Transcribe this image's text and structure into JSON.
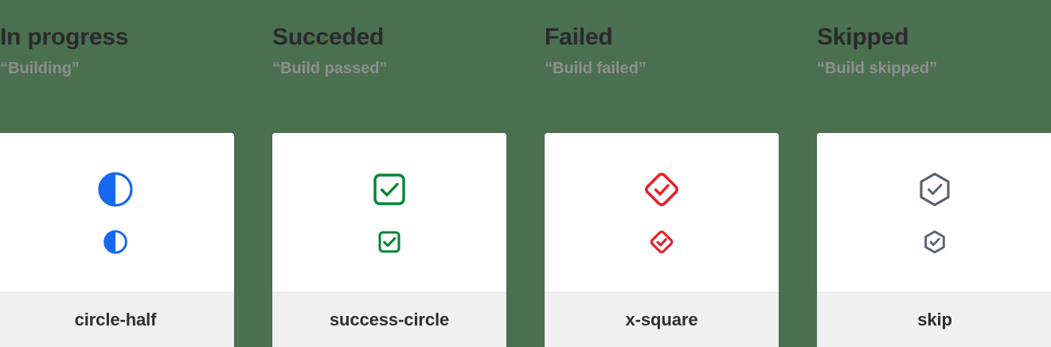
{
  "page": {
    "background_color": "#4a7050",
    "card_background": "#ffffff",
    "card_footer_background": "#f0f0f0",
    "title_color": "#2a2a2a",
    "subtitle_color": "#8e8e8e",
    "label_color": "#2f2f2f"
  },
  "columns": [
    {
      "title": "In progress",
      "subtitle": "“Building”",
      "icon_name": "circle-half",
      "icon_label": "circle-half",
      "icon_color": "#1668f0"
    },
    {
      "title": "Succeded",
      "subtitle": "“Build passed”",
      "icon_name": "success-circle",
      "icon_label": "success-circle",
      "icon_color": "#048434"
    },
    {
      "title": "Failed",
      "subtitle": "“Build failed”",
      "icon_name": "x-square",
      "icon_label": "x-square",
      "icon_color": "#e32228"
    },
    {
      "title": "Skipped",
      "subtitle": "“Build skipped”",
      "icon_name": "skip",
      "icon_label": "skip",
      "icon_color": "#5c6370"
    }
  ]
}
